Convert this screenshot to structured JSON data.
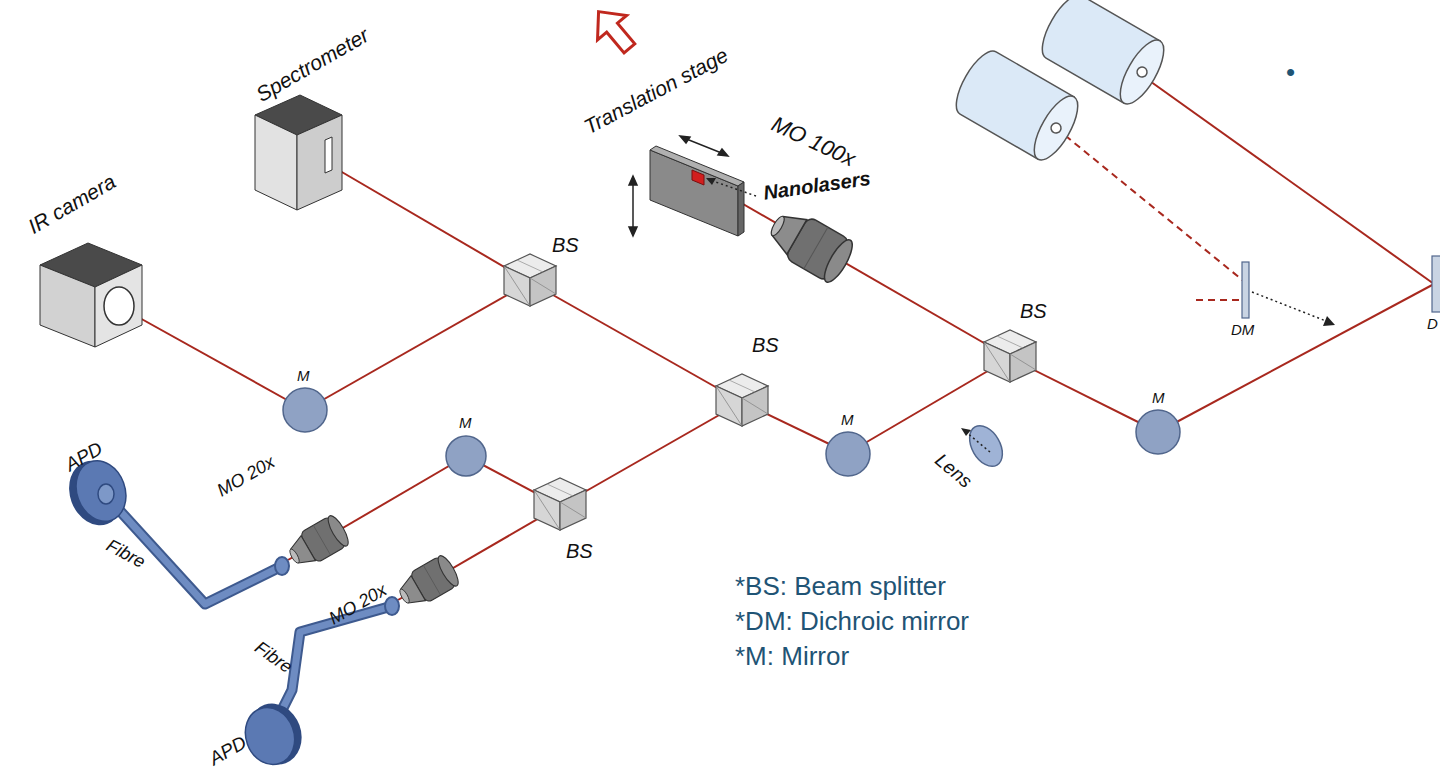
{
  "diagram": {
    "labels": [
      "Spectrometer",
      "IR camera",
      "Translation stage",
      "Nanolasers",
      "MO 100x",
      "BS",
      "BS",
      "BS",
      "BS",
      "M",
      "M",
      "M",
      "M",
      "Lens",
      "DM",
      "D",
      "APD",
      "Fibre",
      "MO 20x",
      "MO 20x",
      "Fibre",
      "APD",
      "*BS: Beam splitter",
      "*DM: Dichroic mirror",
      "*M: Mirror",
      "•"
    ]
  }
}
